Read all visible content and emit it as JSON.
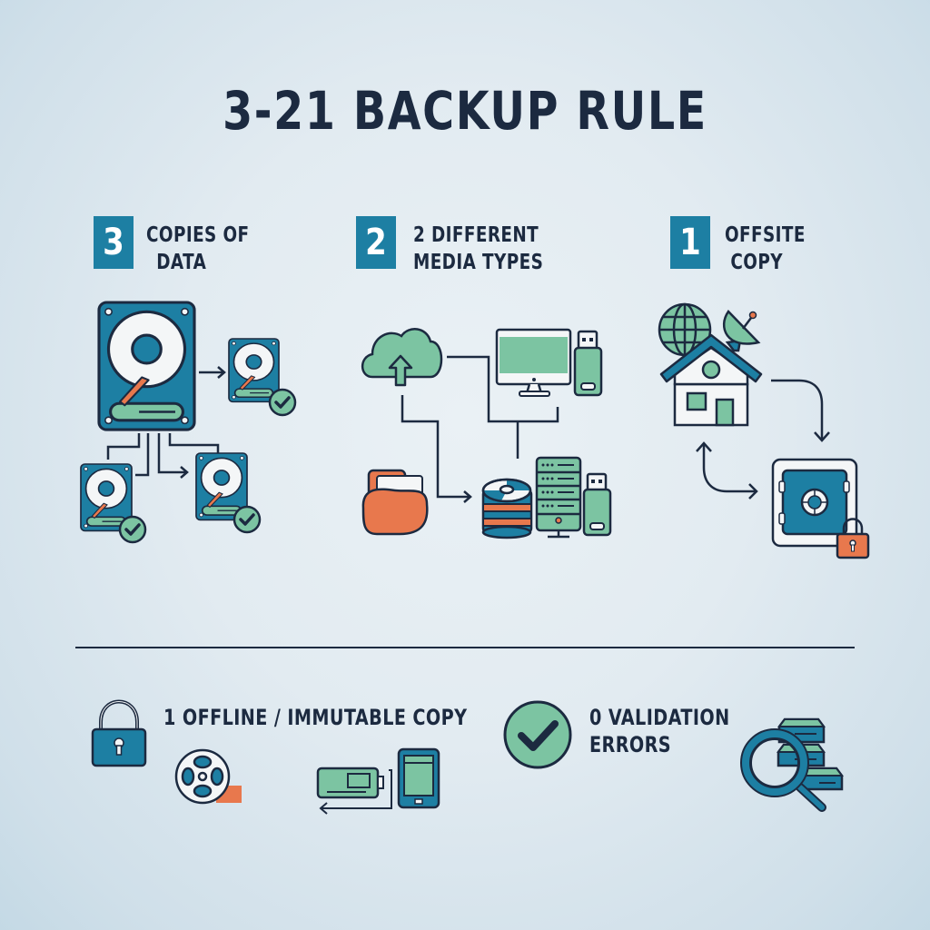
{
  "title": "3-21 BACKUP RULE",
  "colors": {
    "ink": "#1c2a40",
    "teal": "#1d7fa3",
    "mint": "#7cc4a2",
    "orange": "#e8784d",
    "white": "#f4f6f7",
    "background_center": "#eaf1f5",
    "background_edge": "#c4d9e5"
  },
  "pillars": [
    {
      "number": "3",
      "line1": "COPIES OF",
      "line2": "DATA",
      "icons": [
        "hard-drive-icon",
        "hard-drive-copy-icon",
        "check-circle-icon"
      ]
    },
    {
      "number": "2",
      "line1": "2 DIFFERENT",
      "line2": "MEDIA TYPES",
      "icons": [
        "cloud-upload-icon",
        "monitor-icon",
        "usb-drive-icon",
        "folder-icon",
        "disc-stack-icon",
        "server-rack-icon"
      ]
    },
    {
      "number": "1",
      "line1": "OFFSITE",
      "line2": "COPY",
      "icons": [
        "globe-icon",
        "satellite-dish-icon",
        "house-icon",
        "safe-icon",
        "padlock-icon"
      ]
    }
  ],
  "bottom": {
    "offline": {
      "label": "1 OFFLINE / IMMUTABLE COPY",
      "icons": [
        "padlock-icon",
        "tape-reel-icon",
        "battery-drive-icon",
        "tablet-icon"
      ]
    },
    "validation": {
      "line1": "0 VALIDATION",
      "line2": "ERRORS",
      "icons": [
        "check-circle-icon",
        "database-search-icon"
      ]
    }
  }
}
